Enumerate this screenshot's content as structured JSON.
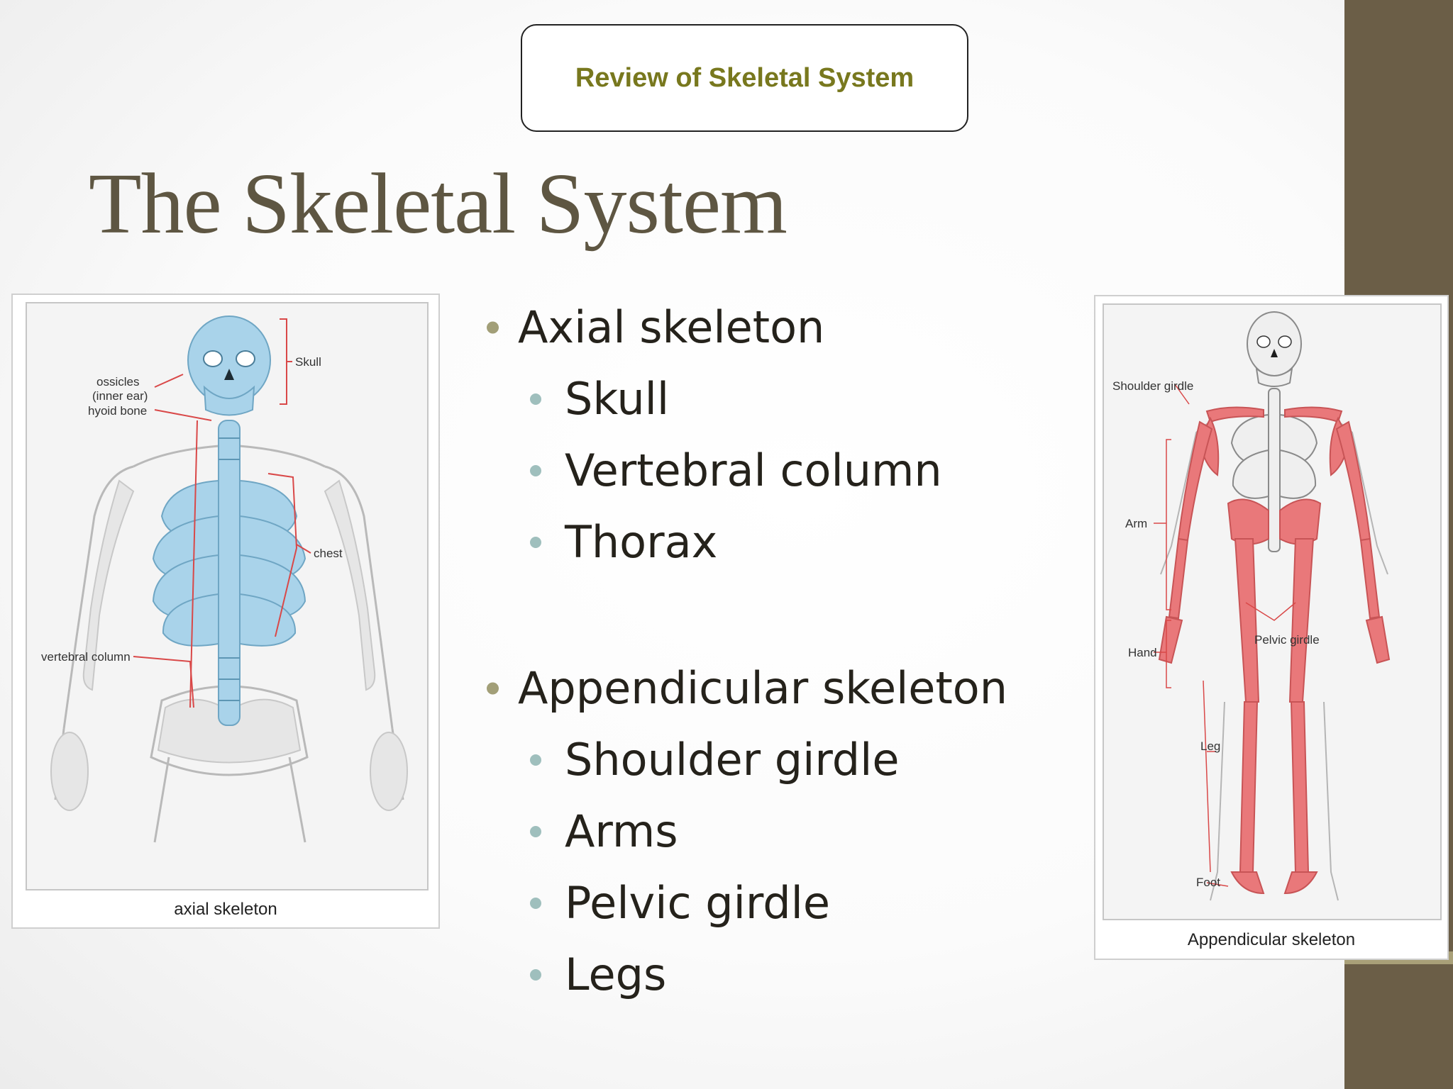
{
  "banner": {
    "text": "Review of Skeletal System"
  },
  "title": "The Skeletal System",
  "bullets": {
    "axial": {
      "label": "Axial skeleton",
      "items": [
        "Skull",
        "Vertebral column",
        "Thorax"
      ]
    },
    "appendicular": {
      "label": "Appendicular skeleton",
      "items": [
        "Shoulder girdle",
        "Arms",
        "Pelvic girdle",
        "Legs"
      ]
    }
  },
  "left_figure": {
    "caption": "axial skeleton",
    "labels": {
      "ossicles_1": "ossicles",
      "ossicles_2": "(inner ear)",
      "skull": "Skull",
      "hyoid": "hyoid bone",
      "chest": "chest",
      "vertebral": "vertebral column"
    },
    "highlight_color": "#a9d3ea"
  },
  "right_figure": {
    "caption": "Appendicular skeleton",
    "labels": {
      "shoulder": "Shoulder girdle",
      "arm": "Arm",
      "hand": "Hand",
      "pelvic": "Pelvic girdle",
      "leg": "Leg",
      "foot": "Foot"
    },
    "highlight_color": "#e9787a"
  },
  "colors": {
    "sidebar": "#6b5e47",
    "title": "#5e5642",
    "banner_text": "#78781e"
  }
}
